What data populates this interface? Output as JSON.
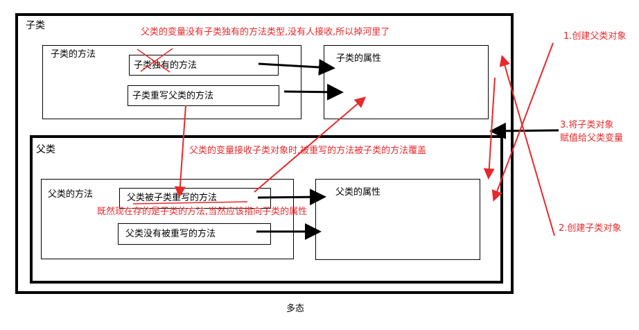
{
  "labels": {
    "child_class": "子类",
    "child_methods": "子类的方法",
    "child_unique_method": "子类独有的方法",
    "child_override_method": "子类重写父类的方法",
    "child_attributes": "子类的属性",
    "parent_class": "父类",
    "parent_methods": "父类的方法",
    "parent_overridden_method": "父类被子类重写的方法",
    "parent_not_overridden_method": "父类没有被重写的方法",
    "parent_attributes": "父类的属性",
    "caption": "多态"
  },
  "annotations": {
    "no_receiver": "父类的变量没有子类独有的方法类型,没有人接收,所以掉河里了",
    "overridden": "父类的变量接收子类对象时,被重写的方法被子类的方法覆盖",
    "points_to_child_attr": "既然现在存的是子类的方法,当然应该指向子类的属性",
    "step1": "1.创建父类对象",
    "step2": "2.创建子类对象",
    "step3_line1": "3.将子类对象",
    "step3_line2": "赋值给父类变量"
  },
  "colors": {
    "annotation": "#e8282b",
    "outline": "#000000"
  }
}
